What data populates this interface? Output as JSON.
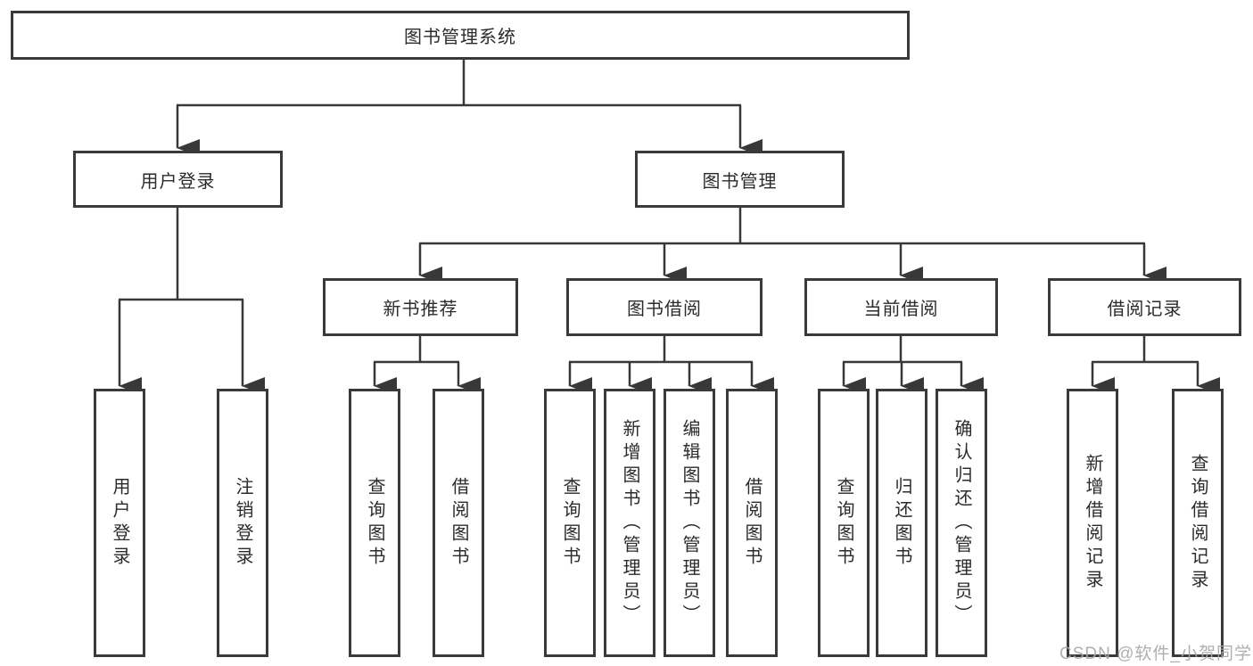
{
  "colors": {
    "line": "#383838",
    "box_border": "#3a3a3a",
    "text": "#2b2b2b",
    "watermark": "#a8a8a8",
    "background": "#ffffff"
  },
  "watermark": "CSDN @软件_小贺同学",
  "tree": {
    "root": "图书管理系统",
    "branches": [
      {
        "label": "用户登录",
        "children": [
          "用户登录",
          "注销登录"
        ]
      },
      {
        "label": "图书管理",
        "children": [
          {
            "label": "新书推荐",
            "children": [
              "查询图书",
              "借阅图书"
            ]
          },
          {
            "label": "图书借阅",
            "children": [
              "查询图书",
              "新增图书（管理员）",
              "编辑图书（管理员）",
              "借阅图书"
            ]
          },
          {
            "label": "当前借阅",
            "children": [
              "查询图书",
              "归还图书",
              "确认归还（管理员）"
            ]
          },
          {
            "label": "借阅记录",
            "children": [
              "新增借阅记录",
              "查询借阅记录"
            ]
          }
        ]
      }
    ]
  }
}
